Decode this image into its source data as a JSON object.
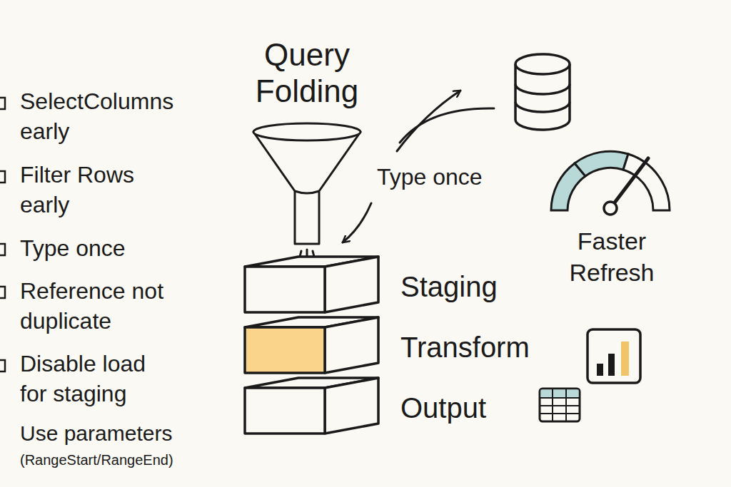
{
  "diagram": {
    "title": "Query Folding",
    "nodes": [
      {
        "text": [
          "Staging"
        ]
      },
      {
        "text": [
          "Transform"
        ]
      },
      {
        "text": [
          "Output"
        ]
      }
    ],
    "labels": [
      "SelectColumns early",
      "Filter Rows early",
      "Type once",
      "Reference not duplicate",
      "Disable load for staging",
      "Use parameters",
      "(RangeStart/RangeEnd)",
      "Type once",
      "Faster Refresh"
    ]
  }
}
